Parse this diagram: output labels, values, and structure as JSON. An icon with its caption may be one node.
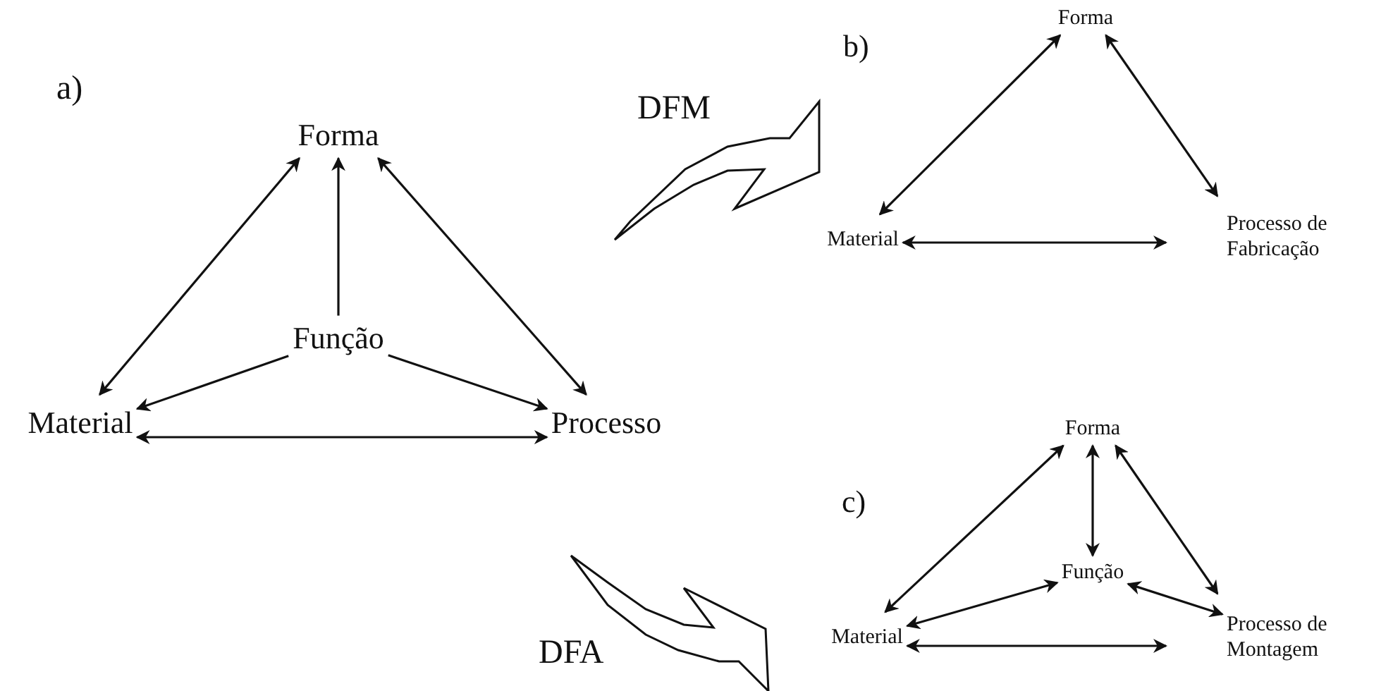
{
  "diagram": {
    "nodes": [
      {
        "text": [
          "Forma"
        ]
      },
      {
        "text": [
          "Função"
        ]
      },
      {
        "text": [
          "Material"
        ]
      },
      {
        "text": [
          "Processo"
        ]
      },
      {
        "text": [
          "Forma"
        ]
      },
      {
        "text": [
          "Material"
        ]
      },
      {
        "text": [
          "Processo de Fabricação"
        ]
      },
      {
        "text": [
          "Forma"
        ]
      },
      {
        "text": [
          "Função"
        ]
      },
      {
        "text": [
          "Material"
        ]
      },
      {
        "text": [
          "Processo de Montagem"
        ]
      }
    ],
    "edges": [
      {
        "from": 1,
        "to": 0,
        "arrow": "to"
      },
      {
        "from": 0,
        "to": 2,
        "arrow": "both"
      },
      {
        "from": 0,
        "to": 3,
        "arrow": "both"
      },
      {
        "from": 1,
        "to": 2,
        "arrow": "to"
      },
      {
        "from": 1,
        "to": 3,
        "arrow": "to"
      },
      {
        "from": 2,
        "to": 3,
        "arrow": "both"
      },
      {
        "from": 4,
        "to": 5,
        "arrow": "both"
      },
      {
        "from": 4,
        "to": 6,
        "arrow": "both"
      },
      {
        "from": 5,
        "to": 6,
        "arrow": "both"
      },
      {
        "from": 7,
        "to": 8,
        "arrow": "both"
      },
      {
        "from": 7,
        "to": 9,
        "arrow": "both"
      },
      {
        "from": 7,
        "to": 10,
        "arrow": "both"
      },
      {
        "from": 9,
        "to": 8,
        "arrow": "both"
      },
      {
        "from": 10,
        "to": 8,
        "arrow": "both"
      },
      {
        "from": 9,
        "to": 10,
        "arrow": "both"
      }
    ],
    "labels": [
      "a)",
      "DFM",
      "b)",
      "c)",
      "DFA"
    ]
  }
}
